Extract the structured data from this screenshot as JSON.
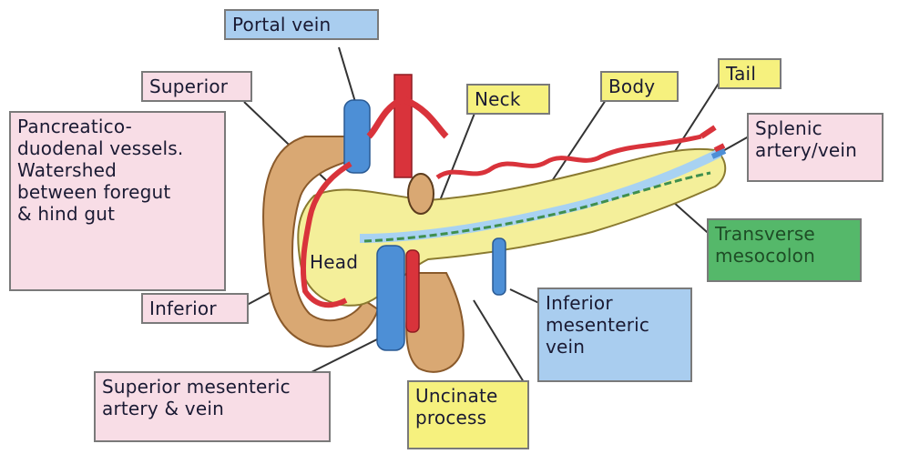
{
  "labels": {
    "portal_vein": "Portal vein",
    "superior": "Superior",
    "pancreatico": "Pancreatico-\nduodenal vessels.\nWatershed\nbetween foregut\n& hind gut",
    "inferior": "Inferior",
    "superior_mesenteric": "Superior mesenteric\nartery & vein",
    "neck": "Neck",
    "body": "Body",
    "tail": "Tail",
    "splenic": "Splenic\nartery/vein",
    "transverse_mesocolon": "Transverse\nmesocolon",
    "inferior_mesenteric_vein": "Inferior\nmesenteric\nvein",
    "uncinate": "Uncinate\nprocess",
    "head": "Head"
  },
  "colors": {
    "label_blue": "#a9cdef",
    "label_pink": "#f8dde6",
    "label_yellow": "#f6f17e",
    "label_green": "#55b86a",
    "pancreas": "#f4ef9a",
    "duodenum": "#d9a873",
    "artery": "#d9333b",
    "vein": "#4d8fd6",
    "mesocolon": "#3f8f4e"
  }
}
